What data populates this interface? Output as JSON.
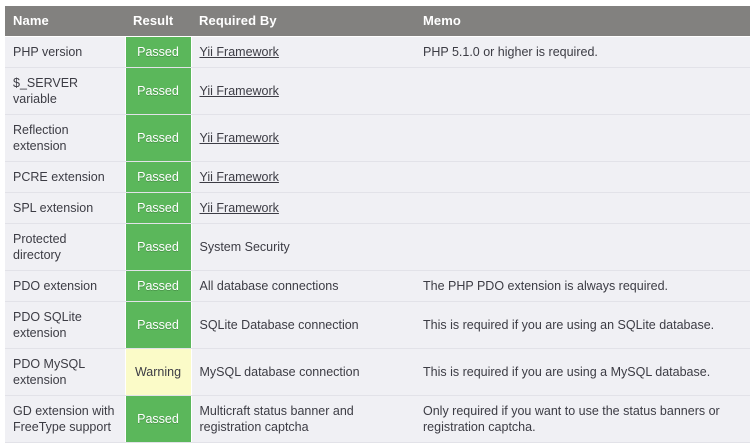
{
  "table": {
    "columns": [
      "Name",
      "Result",
      "Required By",
      "Memo"
    ],
    "header_bg": "#82817f",
    "row_bg": "#f0f0f4",
    "passed_color": "#5bb75b",
    "warning_color": "#fbfbc8",
    "rows": [
      {
        "name": "PHP version",
        "result": "Passed",
        "status": "passed",
        "required_by": "Yii Framework",
        "required_by_is_link": true,
        "memo": "PHP 5.1.0 or higher is required."
      },
      {
        "name": "$_SERVER variable",
        "result": "Passed",
        "status": "passed",
        "required_by": "Yii Framework",
        "required_by_is_link": true,
        "memo": ""
      },
      {
        "name": "Reflection extension",
        "result": "Passed",
        "status": "passed",
        "required_by": "Yii Framework",
        "required_by_is_link": true,
        "memo": ""
      },
      {
        "name": "PCRE extension",
        "result": "Passed",
        "status": "passed",
        "required_by": "Yii Framework",
        "required_by_is_link": true,
        "memo": ""
      },
      {
        "name": "SPL extension",
        "result": "Passed",
        "status": "passed",
        "required_by": "Yii Framework",
        "required_by_is_link": true,
        "memo": ""
      },
      {
        "name": "Protected directory",
        "result": "Passed",
        "status": "passed",
        "required_by": "System Security",
        "required_by_is_link": false,
        "memo": ""
      },
      {
        "name": "PDO extension",
        "result": "Passed",
        "status": "passed",
        "required_by": "All database connections",
        "required_by_is_link": false,
        "memo": "The PHP PDO extension is always required."
      },
      {
        "name": "PDO SQLite extension",
        "result": "Passed",
        "status": "passed",
        "required_by": "SQLite Database connection",
        "required_by_is_link": false,
        "memo": "This is required if you are using an SQLite database."
      },
      {
        "name": "PDO MySQL extension",
        "result": "Warning",
        "status": "warning",
        "required_by": "MySQL database connection",
        "required_by_is_link": false,
        "memo": "This is required if you are using a MySQL database."
      },
      {
        "name": "GD extension with FreeType support",
        "result": "Passed",
        "status": "passed",
        "required_by": "Multicraft status banner and registration captcha",
        "required_by_is_link": false,
        "memo": "Only required if you want to use the status banners or registration captcha."
      }
    ]
  }
}
